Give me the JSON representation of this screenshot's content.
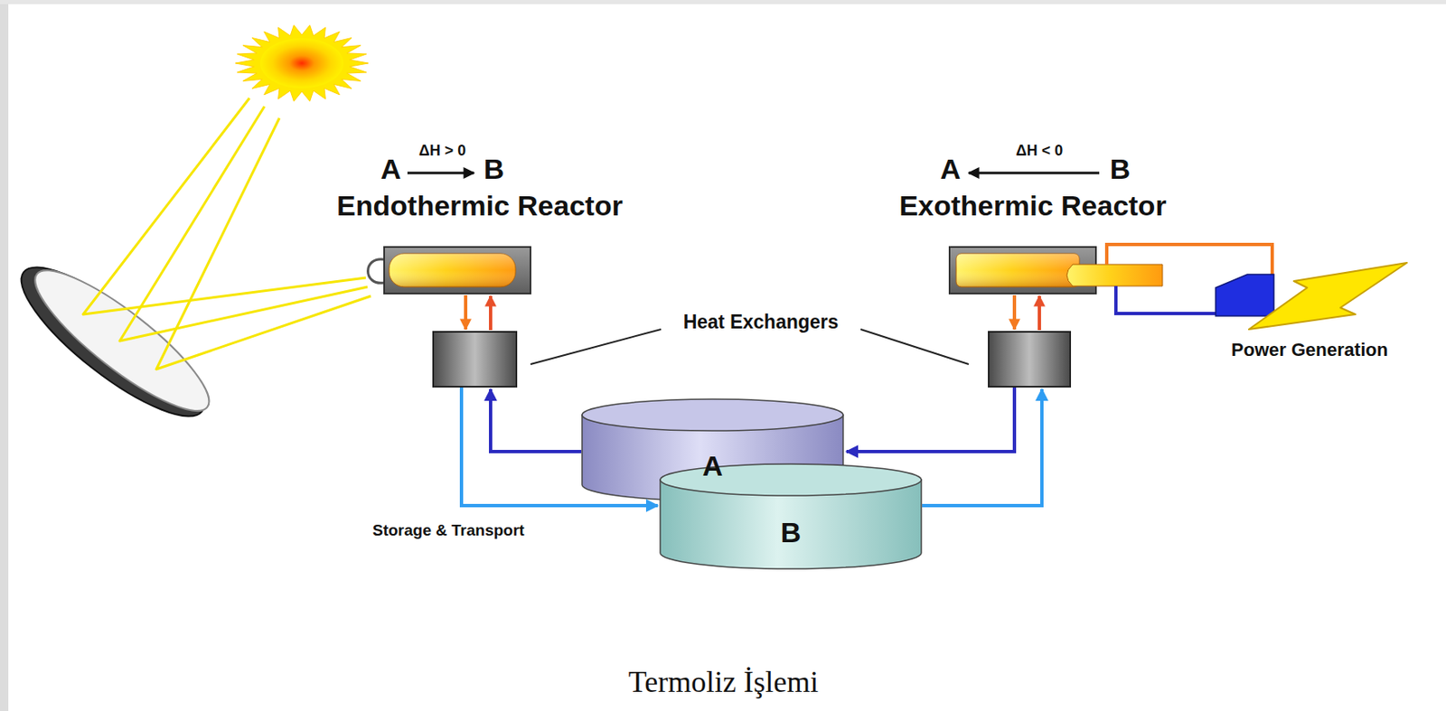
{
  "diagram": {
    "caption": "Termoliz İşlemi",
    "nodes": [
      {
        "text": [
          "Endothermic Reactor"
        ]
      },
      {
        "text": [
          "Exothermic Reactor"
        ]
      },
      {
        "text": [
          "A"
        ]
      },
      {
        "text": [
          "B"
        ]
      }
    ],
    "labels": [
      "A",
      "ΔH > 0",
      "B",
      "A",
      "ΔH < 0",
      "B",
      "Heat Exchangers",
      "Power Generation",
      "Storage & Transport"
    ]
  }
}
